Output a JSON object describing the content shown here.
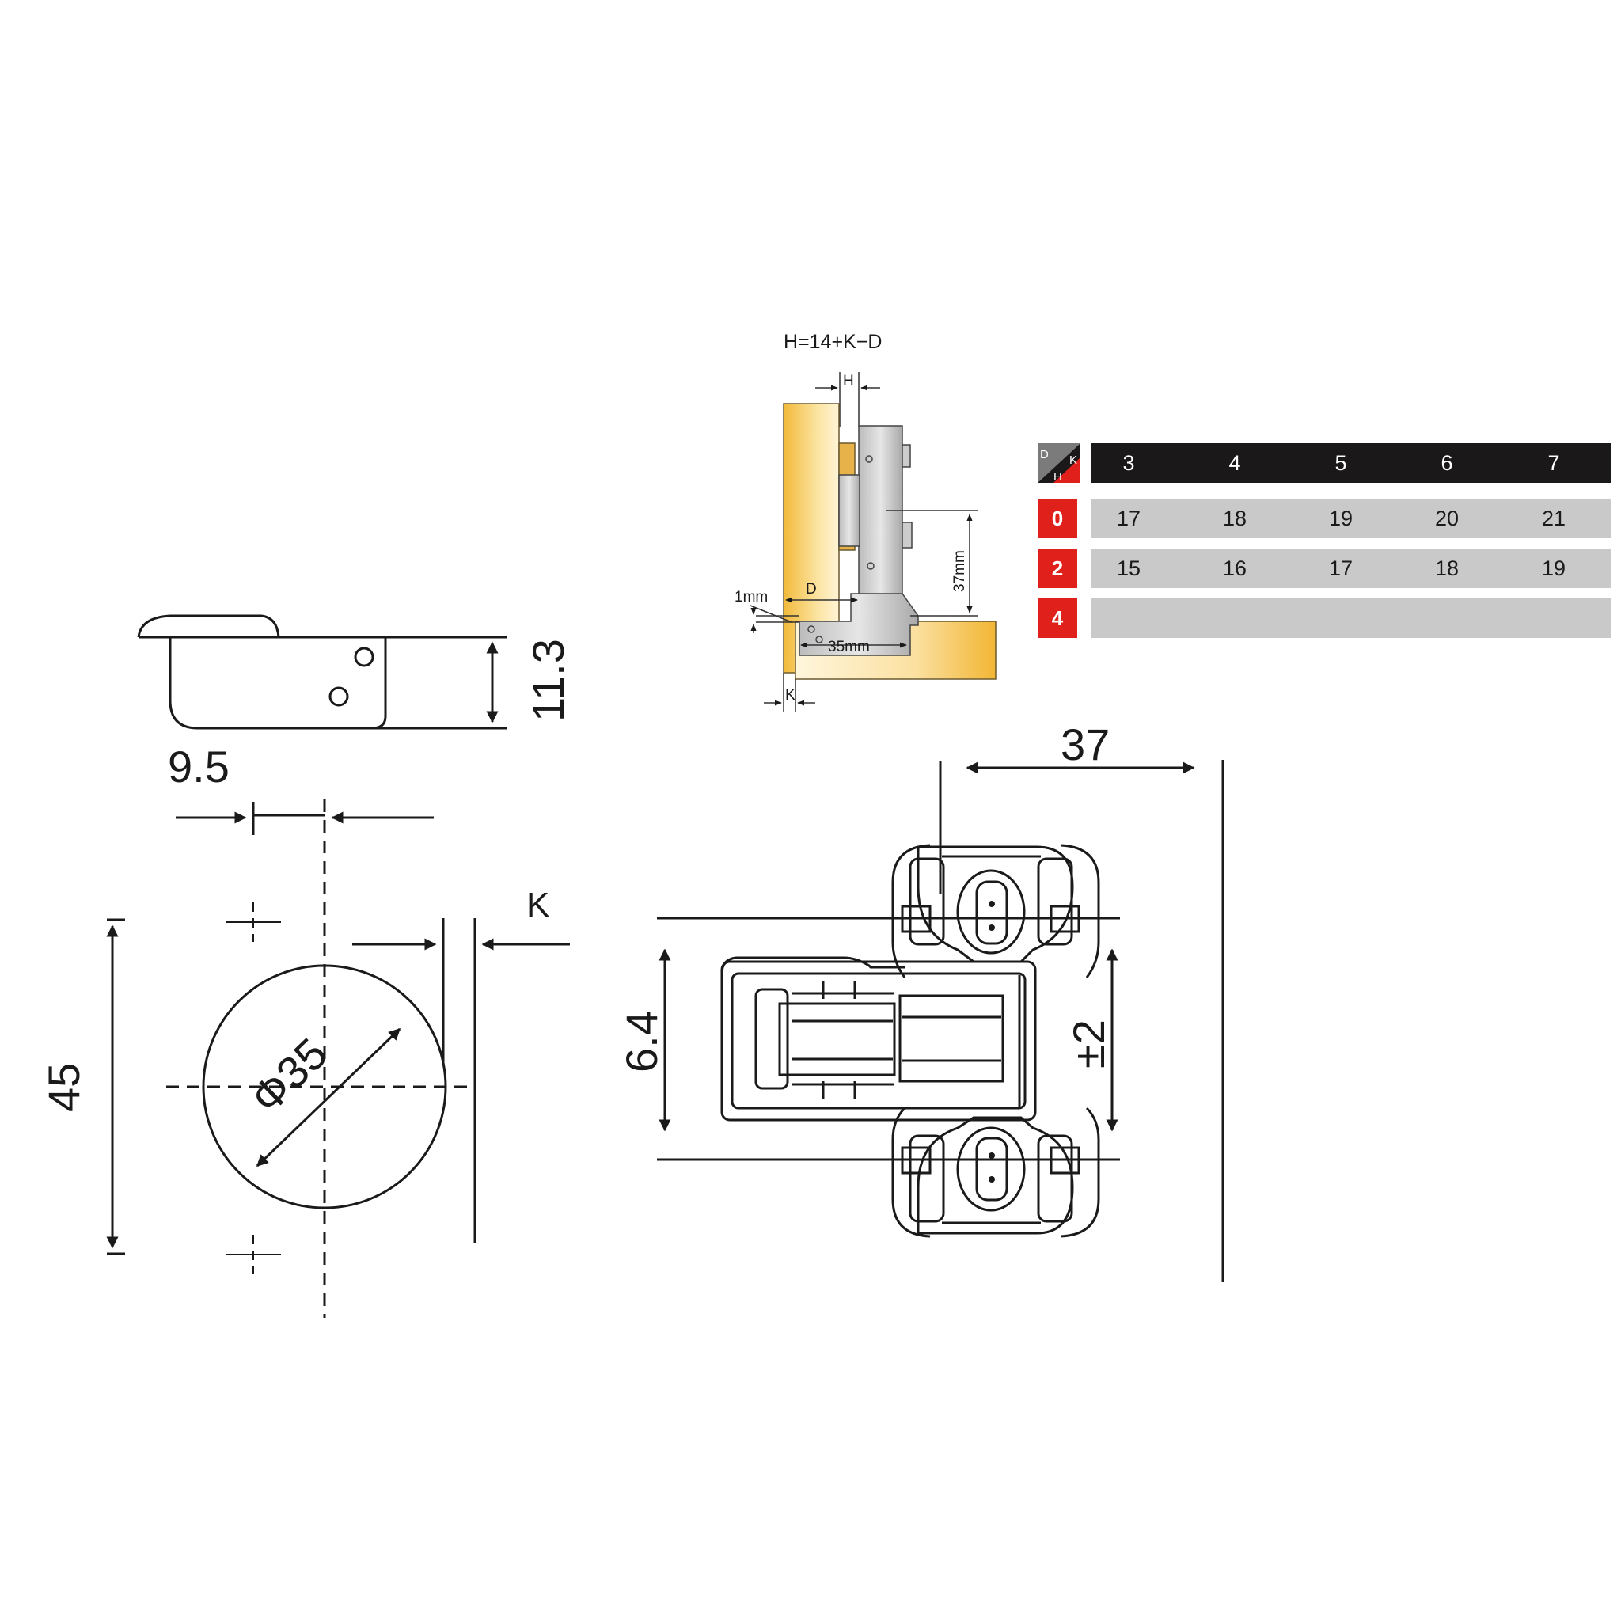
{
  "formula": "H=14+K−D",
  "cross_section": {
    "label_h": "H",
    "label_d": "D",
    "label_1mm": "1mm",
    "label_37mm": "37mm",
    "label_35mm": "35mm",
    "label_k": "K"
  },
  "dimensions": {
    "cup_height": "11.3",
    "cup_offset": "9.5",
    "cup_k": "K",
    "plate_height": "45",
    "cup_diameter": "Φ35",
    "plate_width": "37",
    "plate_spacing": "6.4",
    "plate_adjust": "±2"
  },
  "table": {
    "corner": {
      "d": "D",
      "k": "K",
      "h": "H"
    },
    "columns": [
      "3",
      "4",
      "5",
      "6",
      "7"
    ],
    "rows": [
      {
        "h": "0",
        "values": [
          "17",
          "18",
          "19",
          "20",
          "21"
        ]
      },
      {
        "h": "2",
        "values": [
          "15",
          "16",
          "17",
          "18",
          "19"
        ]
      },
      {
        "h": "4",
        "values": [
          "",
          "",
          "",
          "",
          ""
        ]
      }
    ],
    "colors": {
      "header": "#1a1818",
      "badge": "#e0201b",
      "row": "#c9c9c9"
    }
  }
}
